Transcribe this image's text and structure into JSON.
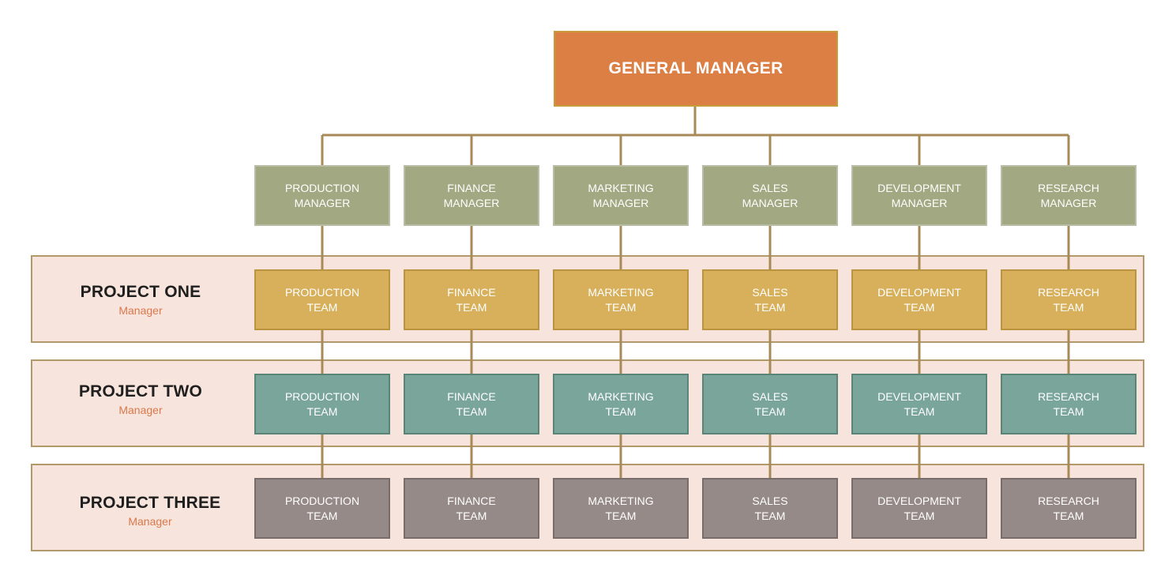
{
  "general_manager": {
    "label": "GENERAL MANAGER"
  },
  "managers": [
    {
      "line1": "PRODUCTION",
      "line2": "MANAGER"
    },
    {
      "line1": "FINANCE",
      "line2": "MANAGER"
    },
    {
      "line1": "MARKETING",
      "line2": "MANAGER"
    },
    {
      "line1": "SALES",
      "line2": "MANAGER"
    },
    {
      "line1": "DEVELOPMENT",
      "line2": "MANAGER"
    },
    {
      "line1": "RESEARCH",
      "line2": "MANAGER"
    }
  ],
  "projects": [
    {
      "title": "PROJECT ONE",
      "subtitle": "Manager",
      "teams": [
        {
          "line1": "PRODUCTION",
          "line2": "TEAM"
        },
        {
          "line1": "FINANCE",
          "line2": "TEAM"
        },
        {
          "line1": "MARKETING",
          "line2": "TEAM"
        },
        {
          "line1": "SALES",
          "line2": "TEAM"
        },
        {
          "line1": "DEVELOPMENT",
          "line2": "TEAM"
        },
        {
          "line1": "RESEARCH",
          "line2": "TEAM"
        }
      ]
    },
    {
      "title": "PROJECT TWO",
      "subtitle": "Manager",
      "teams": [
        {
          "line1": "PRODUCTION",
          "line2": "TEAM"
        },
        {
          "line1": "FINANCE",
          "line2": "TEAM"
        },
        {
          "line1": "MARKETING",
          "line2": "TEAM"
        },
        {
          "line1": "SALES",
          "line2": "TEAM"
        },
        {
          "line1": "DEVELOPMENT",
          "line2": "TEAM"
        },
        {
          "line1": "RESEARCH",
          "line2": "TEAM"
        }
      ]
    },
    {
      "title": "PROJECT THREE",
      "subtitle": "Manager",
      "teams": [
        {
          "line1": "PRODUCTION",
          "line2": "TEAM"
        },
        {
          "line1": "FINANCE",
          "line2": "TEAM"
        },
        {
          "line1": "MARKETING",
          "line2": "TEAM"
        },
        {
          "line1": "SALES",
          "line2": "TEAM"
        },
        {
          "line1": "DEVELOPMENT",
          "line2": "TEAM"
        },
        {
          "line1": "RESEARCH",
          "line2": "TEAM"
        }
      ]
    }
  ],
  "colors": {
    "general_manager_fill": "#dc7f45",
    "manager_fill": "#a2a982",
    "project_one_fill": "#d8b05b",
    "project_two_fill": "#7aa59a",
    "project_three_fill": "#958a87",
    "band_fill": "#f7e4dc",
    "connector": "#a78a58"
  }
}
